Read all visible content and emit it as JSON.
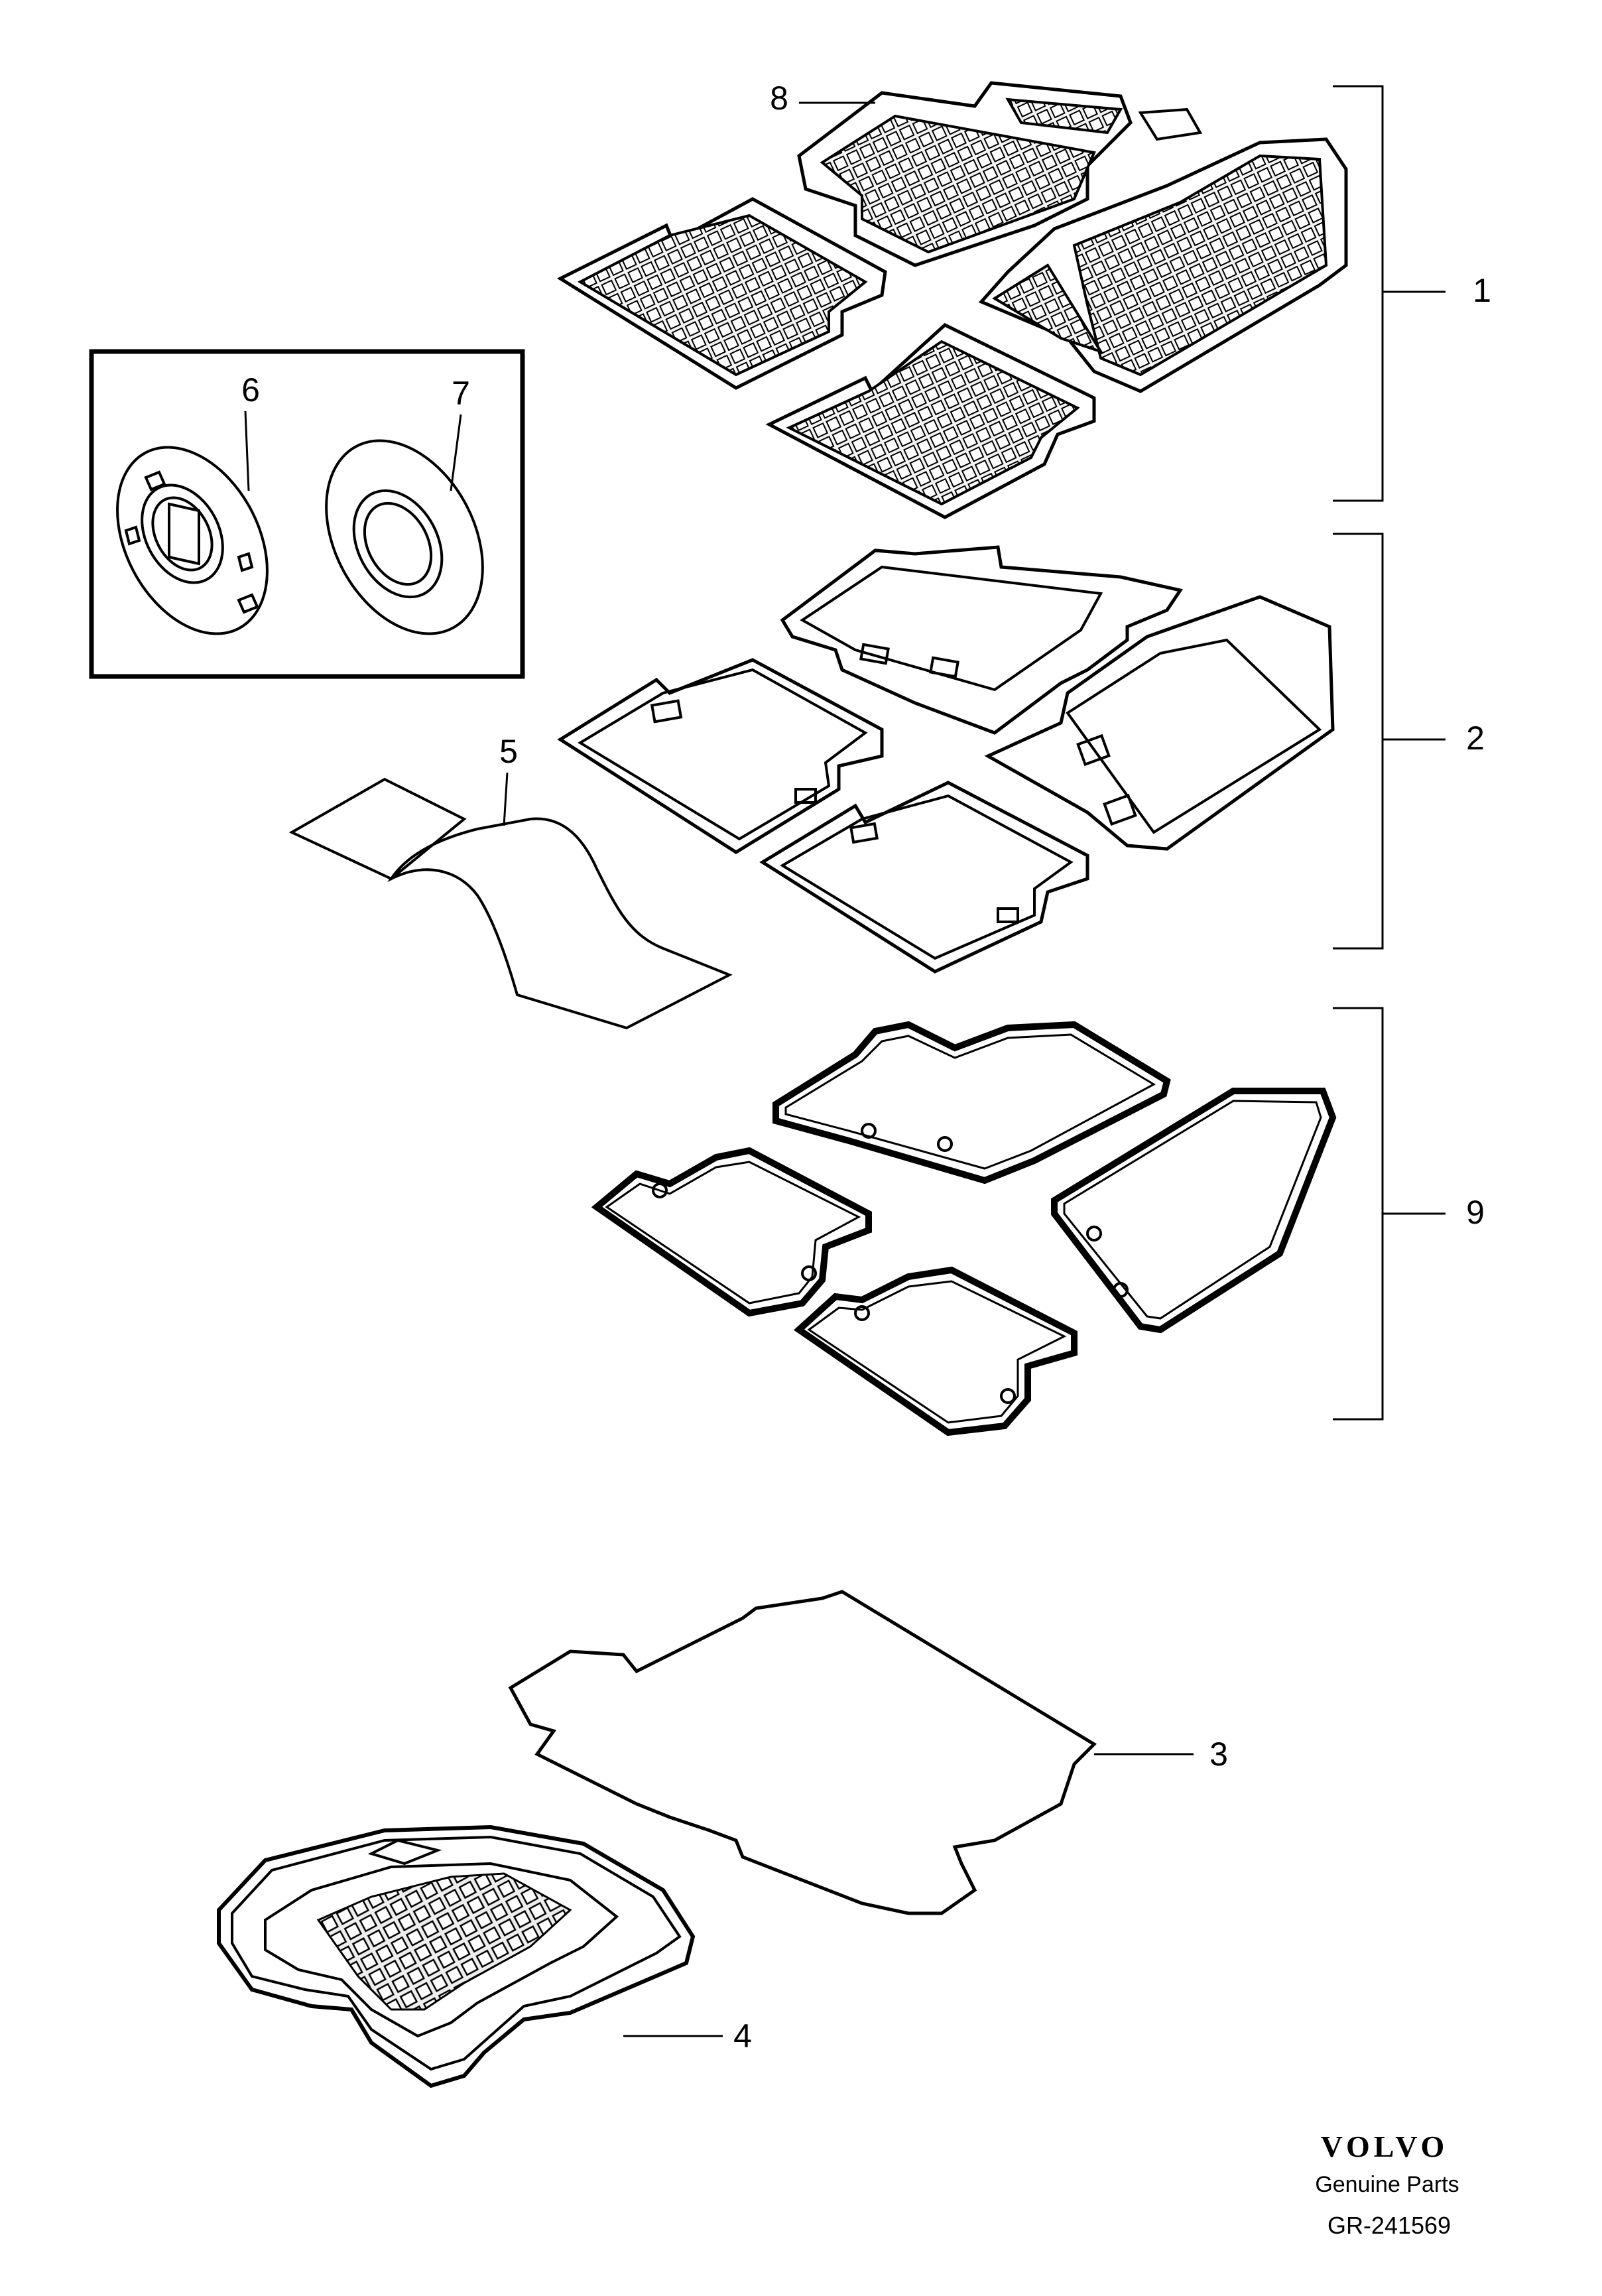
{
  "callouts": {
    "c1": "1",
    "c2": "2",
    "c3": "3",
    "c4": "4",
    "c5": "5",
    "c6": "6",
    "c7": "7",
    "c8": "8",
    "c9": "9"
  },
  "branding": {
    "logo_text": "VOLVO",
    "tagline": "Genuine Parts",
    "figure_id": "GR-241569"
  },
  "colors": {
    "line": "#000000",
    "background": "#ffffff",
    "grid_fill": "#f2f2f2"
  }
}
